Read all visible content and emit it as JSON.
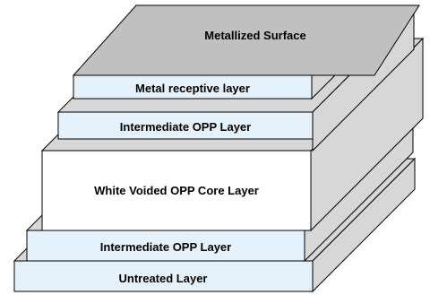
{
  "diagram": {
    "layers": [
      {
        "id": "metallized-surface",
        "label": "Metallized Surface"
      },
      {
        "id": "metal-receptive",
        "label": "Metal receptive layer"
      },
      {
        "id": "intermediate-top",
        "label": "Intermediate OPP Layer"
      },
      {
        "id": "core",
        "label": "White Voided OPP Core Layer"
      },
      {
        "id": "intermediate-bottom",
        "label": "Intermediate OPP Layer"
      },
      {
        "id": "untreated",
        "label": "Untreated Layer"
      }
    ],
    "colors": {
      "top_face": "#c0c0c0",
      "front_thin": "#e6f2fb",
      "front_core": "#ffffff",
      "side": "#d7d7d7",
      "top_thin": "#d7d7d7",
      "outline": "#000000"
    }
  }
}
